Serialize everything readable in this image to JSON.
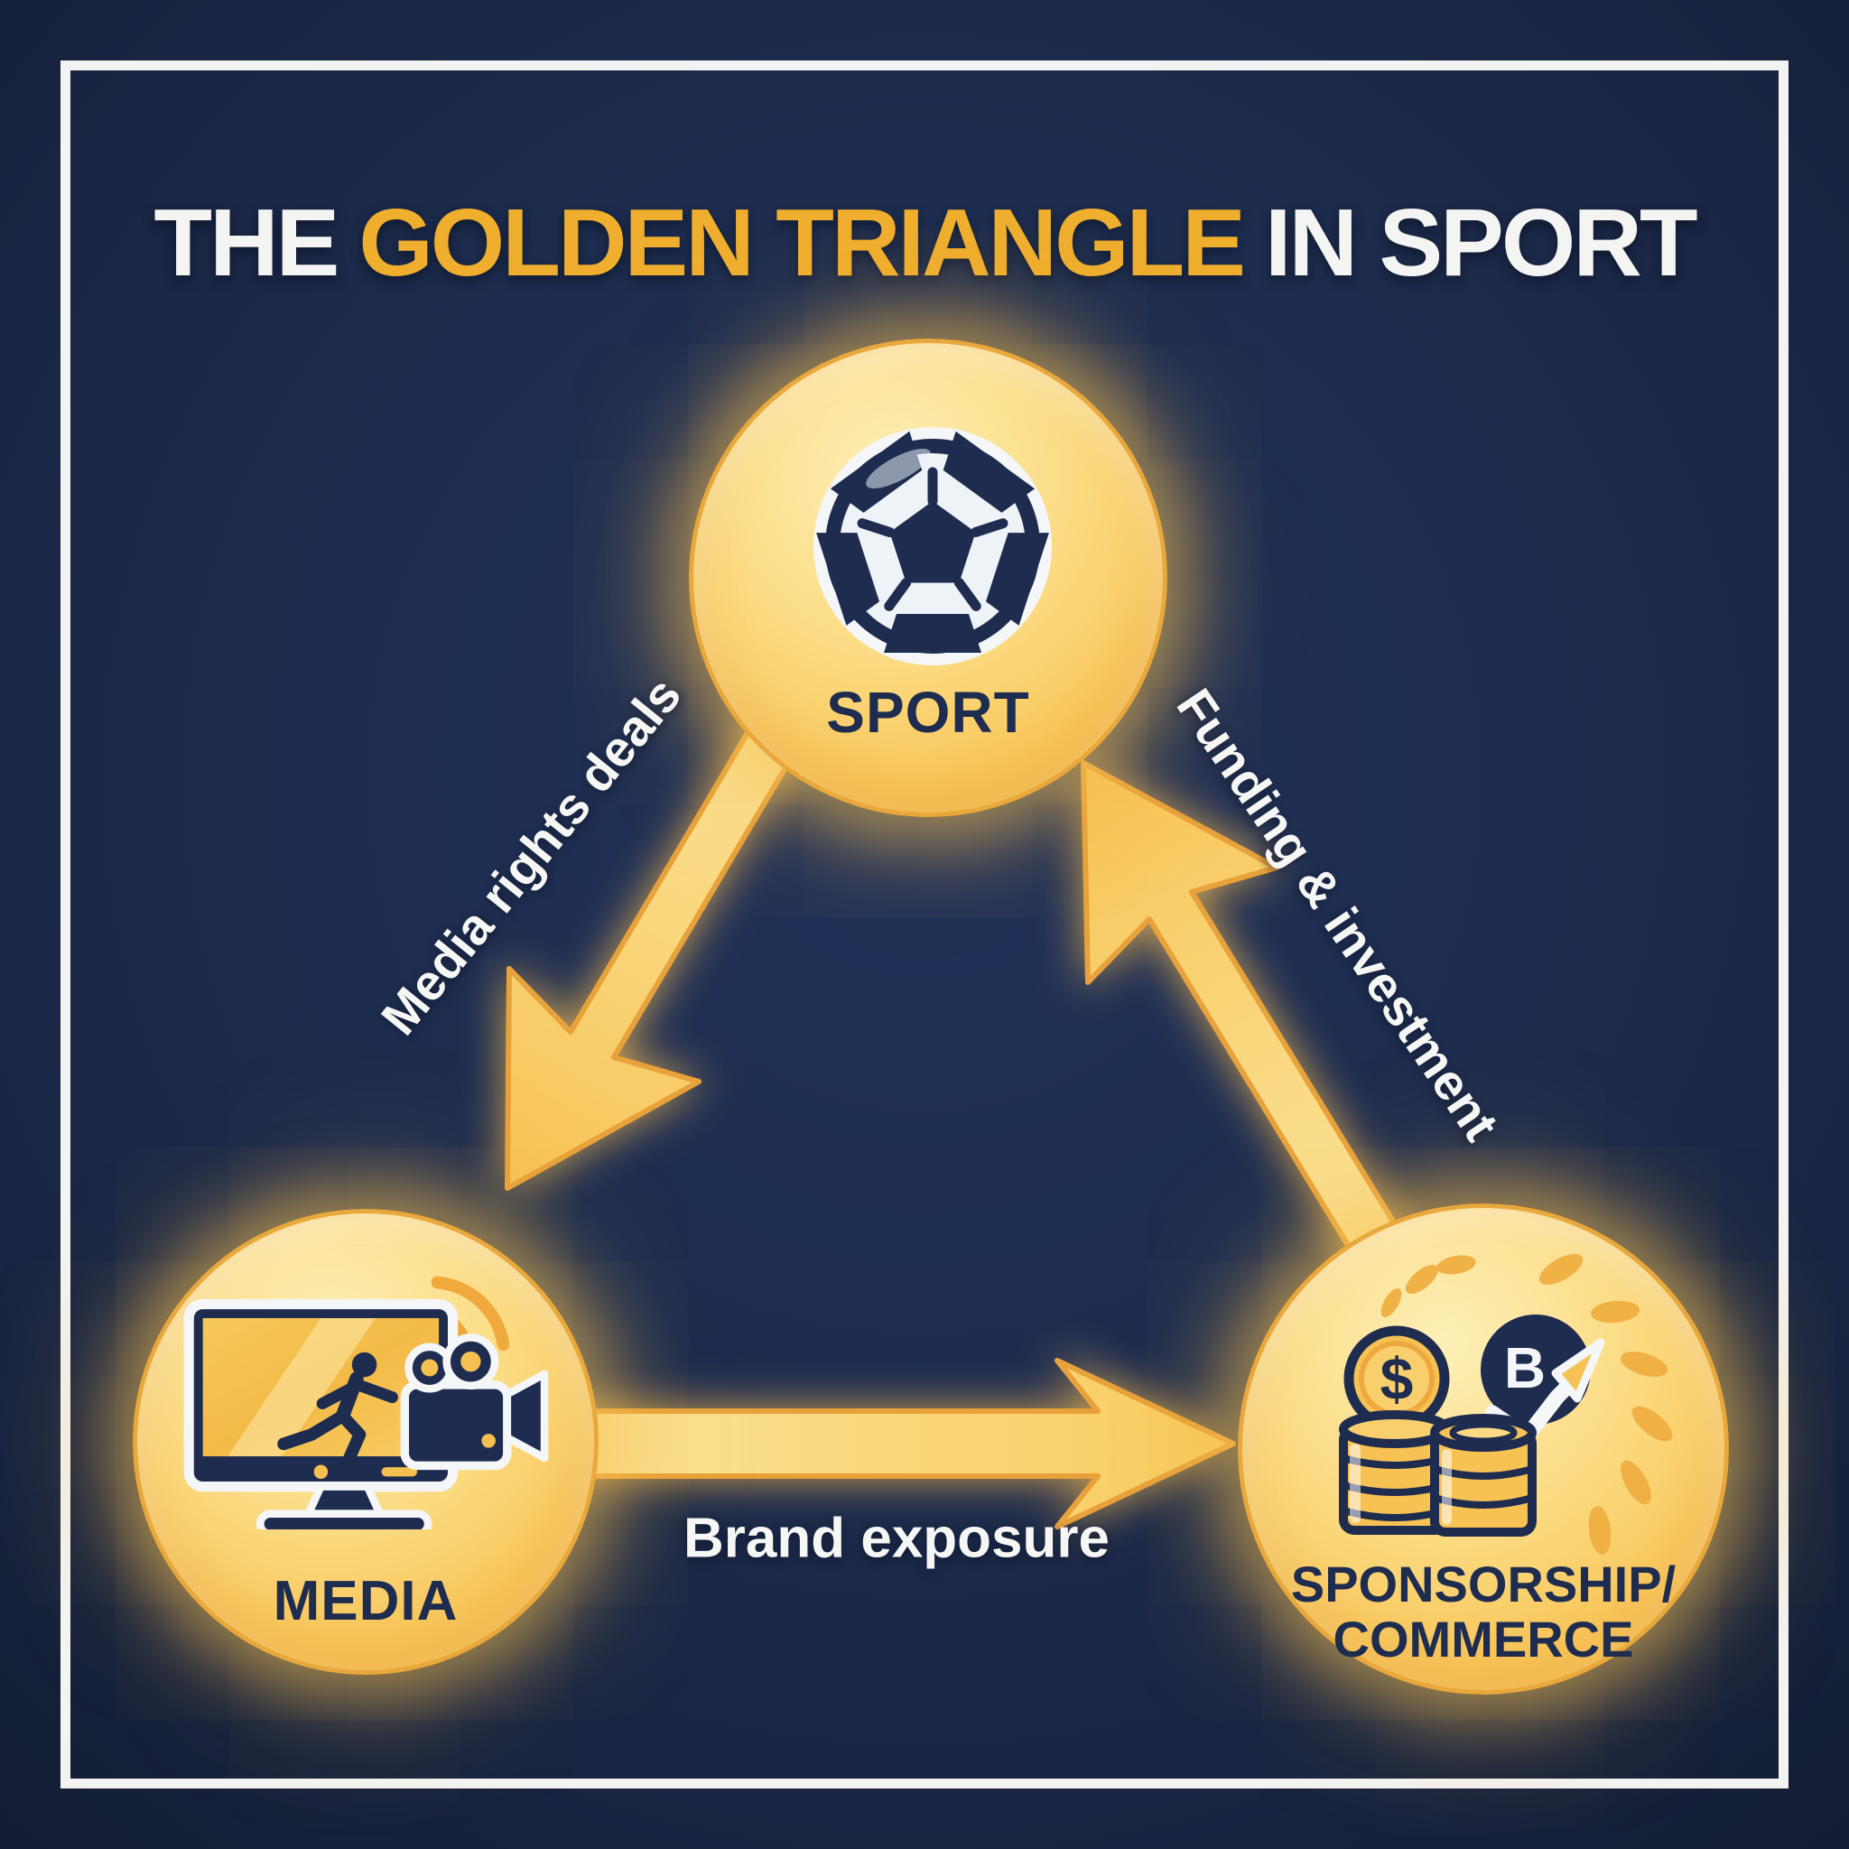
{
  "title": {
    "pre": "THE",
    "highlight": "GOLDEN TRIANGLE",
    "post": "IN SPORT"
  },
  "nodes": {
    "sport": {
      "label": "SPORT",
      "icon": "soccer-ball-icon"
    },
    "media": {
      "label": "MEDIA",
      "icon": "tv-sports-broadcast-icon"
    },
    "sponsorship": {
      "label_line1": "SPONSORSHIP/",
      "label_line2": "COMMERCE",
      "icon": "coins-growth-laurel-icon",
      "dollar_glyph": "$",
      "currency_glyph": "B"
    }
  },
  "edges": {
    "sport_to_media": {
      "from": "SPORT",
      "to": "MEDIA",
      "label": "Media rights deals"
    },
    "media_to_sponsorship": {
      "from": "MEDIA",
      "to": "SPONSORSHIP/COMMERCE",
      "label": "Brand exposure"
    },
    "sponsorship_to_sport": {
      "from": "SPONSORSHIP/COMMERCE",
      "to": "SPORT",
      "label": "Funding & investment"
    }
  },
  "colors": {
    "background_navy": "#1d2c4e",
    "frame_white": "#f3f4f2",
    "title_gold": "#efae2e",
    "text_white": "#f6f7f5",
    "icon_navy": "#1e2c50",
    "circle_gold_light": "#fdf0b8",
    "circle_gold_mid": "#fbd97e",
    "circle_gold_deep": "#f3b53e",
    "circle_rim": "#e9a83c",
    "arrow_fill_light": "#fce9a2",
    "arrow_fill_deep": "#f7c355",
    "arrow_stroke": "#e8a23b",
    "icon_gold": "#f5c050",
    "laurel_gold": "#f0ae42"
  }
}
